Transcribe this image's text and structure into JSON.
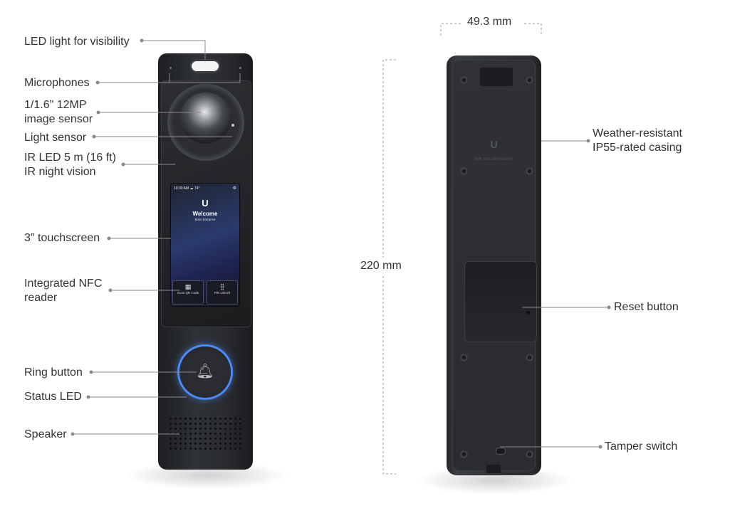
{
  "front_labels": {
    "led": "LED light for visibility",
    "microphones": "Microphones",
    "sensor": "1/1.6\" 12MP image sensor",
    "light_sensor": "Light sensor",
    "ir": "IR LED 5 m (16 ft) IR night vision",
    "touchscreen": "3″ touchscreen",
    "nfc": "Integrated NFC reader",
    "ring": "Ring button",
    "status_led": "Status LED",
    "speaker": "Speaker"
  },
  "back_labels": {
    "casing": "Weather-resistant IP55-rated casing",
    "reset": "Reset button",
    "tamper": "Tamper switch"
  },
  "dimensions": {
    "width": "49.3 mm",
    "height": "220 mm"
  },
  "screen": {
    "time": "10:30 AM",
    "weather": "☁ 74°",
    "logo": "U",
    "title": "Welcome",
    "subtitle": "Main Entrance",
    "scan_label": "Scan QR Code",
    "pin_label": "PIN Unlock"
  },
  "back_text": {
    "logo": "U",
    "model": "M/N: UVC-G6-Pro-Entry"
  },
  "colors": {
    "ring_glow": "#4a8bf5",
    "device": "#2c2e32"
  }
}
